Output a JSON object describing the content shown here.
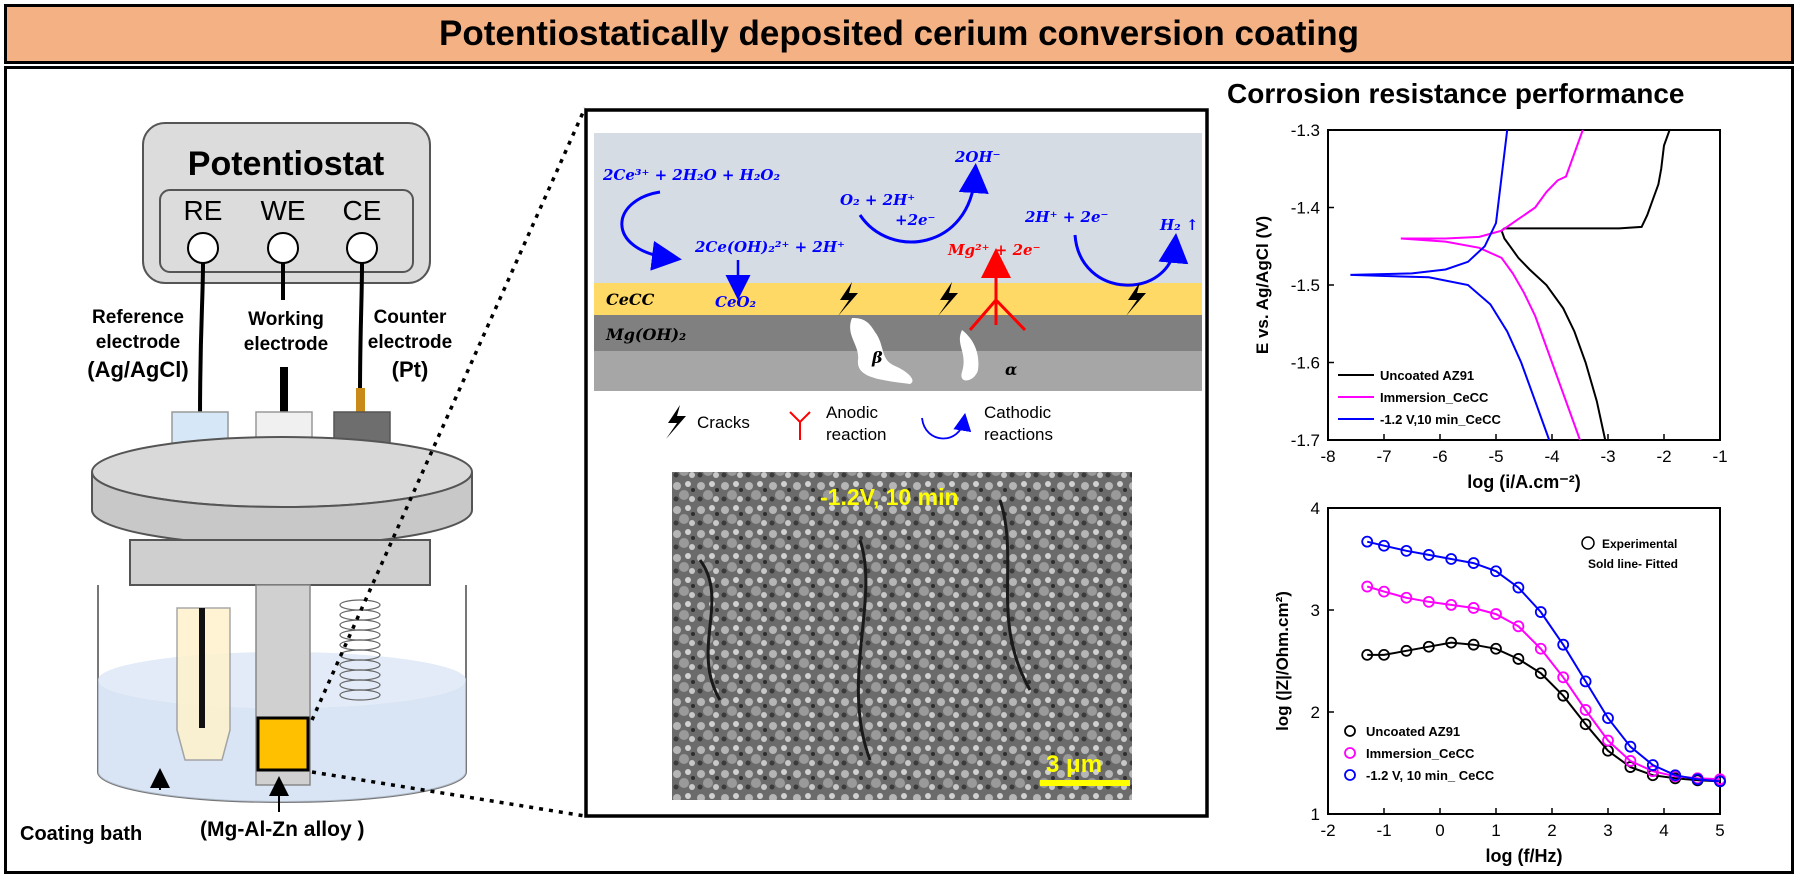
{
  "title": "Potentiostatically deposited cerium conversion coating",
  "setup": {
    "potentiostat_label": "Potentiostat",
    "terminals": [
      "RE",
      "WE",
      "CE"
    ],
    "reference_label": [
      "Reference",
      "electrode",
      "(Ag/AgCl)"
    ],
    "working_label": [
      "Working",
      "electrode"
    ],
    "counter_label": [
      "Counter",
      "electrode",
      "(Pt)"
    ],
    "bath_label": "Coating bath",
    "alloy_label": "(Mg-Al-Zn alloy )"
  },
  "mechanism": {
    "reaction1": "2Ce³⁺ + 2H₂O + H₂O₂",
    "reaction1_product": "2Ce(OH)₂²⁺ + 2H⁺",
    "ceo2": "CeO₂",
    "oxygen": "O₂ + 2H⁺",
    "electrons_a": "+2e⁻",
    "hydroxide": "2OH⁻",
    "mg_anodic": "Mg²⁺ + 2e⁻",
    "hydrogen_left": "2H⁺ + 2e⁻",
    "hydrogen_right": "H₂ ↑",
    "layer_cecc": "CeCC",
    "layer_mgoh": "Mg(OH)₂",
    "beta": "β",
    "alpha": "α",
    "legend_cracks": "Cracks",
    "legend_anodic": [
      "Anodic",
      "reaction"
    ],
    "legend_cathodic": [
      "Cathodic",
      "reactions"
    ]
  },
  "sem": {
    "label": "-1.2V, 10 min",
    "scale_bar": "3 μm"
  },
  "section_heading": "Corrosion resistance performance",
  "colors": {
    "banner": "#f4b183",
    "uncoated": "#000000",
    "immersion": "#ff00ff",
    "potentiostatic": "#0000ff",
    "cecc_layer": "#ffd966",
    "mgoh_layer": "#808080"
  },
  "chart_data": [
    {
      "type": "line",
      "xlabel": "log (i/A.cm⁻²)",
      "ylabel": "E vs. Ag/AgCl (V)",
      "xlim": [
        -8,
        -1
      ],
      "ylim": [
        -1.7,
        -1.3
      ],
      "xticks": [
        "-8",
        "-7",
        "-6",
        "-5",
        "-4",
        "-3",
        "-2",
        "-1"
      ],
      "yticks": [
        "-1.3",
        "-1.4",
        "-1.5",
        "-1.6",
        "-1.7"
      ],
      "legend_position": "bottom-left",
      "series": [
        {
          "name": "Uncoated AZ91",
          "color": "#000000",
          "x": [
            -3.05,
            -3.2,
            -3.4,
            -3.6,
            -3.8,
            -4.1,
            -4.4,
            -4.6,
            -4.75,
            -4.85,
            -4.9,
            -4.85,
            -4.7,
            -4.3,
            -3.6,
            -2.8,
            -2.4,
            -2.3,
            -2.2,
            -2.1,
            -2.05,
            -2.0,
            -1.9
          ],
          "y": [
            -1.7,
            -1.65,
            -1.6,
            -1.56,
            -1.53,
            -1.5,
            -1.48,
            -1.465,
            -1.45,
            -1.44,
            -1.43,
            -1.427,
            -1.427,
            -1.427,
            -1.427,
            -1.427,
            -1.425,
            -1.41,
            -1.39,
            -1.37,
            -1.35,
            -1.32,
            -1.3
          ]
        },
        {
          "name": "Immersion_CeCC",
          "color": "#ff00ff",
          "x": [
            -3.5,
            -3.7,
            -3.9,
            -4.1,
            -4.3,
            -4.5,
            -4.7,
            -4.9,
            -5.3,
            -5.9,
            -6.7,
            -5.9,
            -5.3,
            -4.9,
            -4.6,
            -4.3,
            -4.1,
            -3.9,
            -3.75,
            -3.65,
            -3.55,
            -3.45
          ],
          "y": [
            -1.7,
            -1.66,
            -1.62,
            -1.58,
            -1.54,
            -1.51,
            -1.485,
            -1.465,
            -1.452,
            -1.444,
            -1.44,
            -1.44,
            -1.438,
            -1.43,
            -1.415,
            -1.4,
            -1.38,
            -1.365,
            -1.36,
            -1.34,
            -1.32,
            -1.3
          ]
        },
        {
          "name": "-1.2 V,10 min_CeCC",
          "color": "#0000ff",
          "x": [
            -4.05,
            -4.3,
            -4.55,
            -4.8,
            -5.1,
            -5.5,
            -6.2,
            -7.6,
            -6.5,
            -5.9,
            -5.5,
            -5.2,
            -5.0,
            -4.9,
            -4.8
          ],
          "y": [
            -1.7,
            -1.65,
            -1.6,
            -1.56,
            -1.525,
            -1.5,
            -1.49,
            -1.487,
            -1.485,
            -1.48,
            -1.47,
            -1.45,
            -1.42,
            -1.36,
            -1.3
          ]
        }
      ]
    },
    {
      "type": "line",
      "xlabel": "log (f/Hz)",
      "ylabel": "log (|Z|/Ohm.cm²)",
      "xlim": [
        -2,
        5
      ],
      "ylim": [
        1,
        4
      ],
      "xticks": [
        "-2",
        "-1",
        "0",
        "1",
        "2",
        "3",
        "4",
        "5"
      ],
      "yticks": [
        "1",
        "2",
        "3",
        "4"
      ],
      "legend_position": "bottom-left",
      "annotation": [
        "Experimental",
        "Sold line- Fitted"
      ],
      "series": [
        {
          "name": "Uncoated AZ91",
          "color": "#000000",
          "x": [
            -1.3,
            -1.0,
            -0.6,
            -0.2,
            0.2,
            0.6,
            1.0,
            1.4,
            1.8,
            2.2,
            2.6,
            3.0,
            3.4,
            3.8,
            4.2,
            4.6,
            5.0
          ],
          "y": [
            2.56,
            2.56,
            2.6,
            2.64,
            2.68,
            2.66,
            2.62,
            2.52,
            2.38,
            2.16,
            1.88,
            1.62,
            1.46,
            1.38,
            1.35,
            1.33,
            1.32
          ]
        },
        {
          "name": "Immersion_CeCC",
          "color": "#ff00ff",
          "x": [
            -1.3,
            -1.0,
            -0.6,
            -0.2,
            0.2,
            0.6,
            1.0,
            1.4,
            1.8,
            2.2,
            2.6,
            3.0,
            3.4,
            3.8,
            4.2,
            4.6,
            5.0
          ],
          "y": [
            3.23,
            3.18,
            3.12,
            3.08,
            3.05,
            3.02,
            2.96,
            2.84,
            2.62,
            2.34,
            2.02,
            1.72,
            1.52,
            1.42,
            1.37,
            1.35,
            1.34
          ]
        },
        {
          "name": "-1.2 V, 10 min_ CeCC",
          "color": "#0000ff",
          "x": [
            -1.3,
            -1.0,
            -0.6,
            -0.2,
            0.2,
            0.6,
            1.0,
            1.4,
            1.8,
            2.2,
            2.6,
            3.0,
            3.4,
            3.8,
            4.2,
            4.6,
            5.0
          ],
          "y": [
            3.67,
            3.63,
            3.58,
            3.54,
            3.5,
            3.46,
            3.38,
            3.22,
            2.98,
            2.66,
            2.3,
            1.94,
            1.66,
            1.48,
            1.38,
            1.34,
            1.32
          ]
        }
      ]
    }
  ]
}
